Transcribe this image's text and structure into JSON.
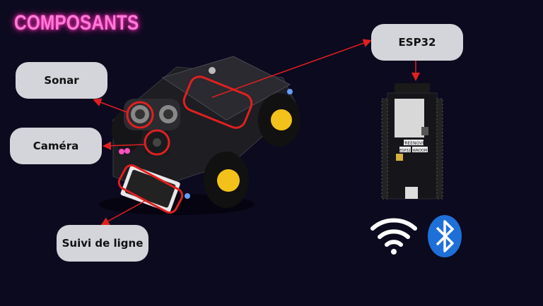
{
  "title": "COMPOSANTS",
  "labels": {
    "sonar": "Sonar",
    "camera": "Caméra",
    "line_follower": "Suivi de ligne",
    "esp32": "ESP32"
  },
  "board_text": {
    "brand": "FREENOVE",
    "chip": "ESP32",
    "module": "WROOM"
  },
  "icons": [
    "wifi-icon",
    "bluetooth-icon"
  ],
  "colors": {
    "background": "#0c0a1f",
    "title": "#ff7ad9",
    "arrow": "#e02020",
    "label_bg": "#d3d5da",
    "bluetooth": "#1f6fd8"
  }
}
